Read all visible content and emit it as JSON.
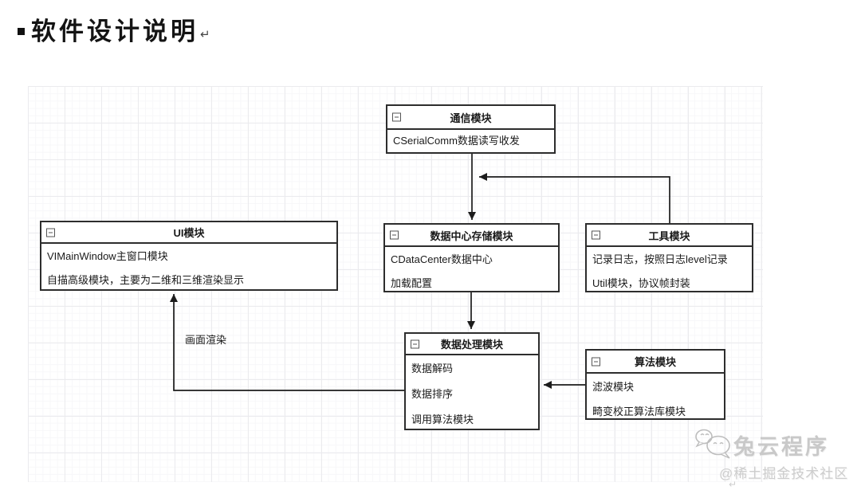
{
  "title": {
    "bullet": "▪",
    "text": "软件设计说明",
    "paragraph_mark": "↵"
  },
  "diagram": {
    "nodes": [
      {
        "title": "通信模块",
        "lines": [
          "CSerialComm数据读写收发"
        ]
      },
      {
        "title": "UI模块",
        "lines": [
          "VIMainWindow主窗口模块",
          "自描高级模块，主要为二维和三维渲染显示"
        ]
      },
      {
        "title": "数据中心存储模块",
        "lines": [
          "CDataCenter数据中心",
          "加载配置"
        ]
      },
      {
        "title": "工具模块",
        "lines": [
          "记录日志，按照日志level记录",
          "Util模块，协议帧封装"
        ]
      },
      {
        "title": "数据处理模块",
        "lines": [
          "数据解码",
          "数据排序",
          "调用算法模块"
        ]
      },
      {
        "title": "算法模块",
        "lines": [
          "滤波模块",
          "畸变校正算法库模块"
        ]
      }
    ],
    "edge_label": "画面渲染",
    "icons": {
      "node_collapse": "minus-square-icon"
    }
  },
  "watermark": {
    "icon": "chat-bubbles-icon",
    "name": "兔云程序",
    "handle": "@稀土掘金技术社区",
    "paragraph_mark": "↵"
  },
  "colors": {
    "node_border": "#2d2d2d",
    "arrow": "#1c1c1c",
    "grid_major": "#ebebee",
    "grid_minor": "#f7f7f9",
    "watermark_text": "#c9c9c9"
  }
}
